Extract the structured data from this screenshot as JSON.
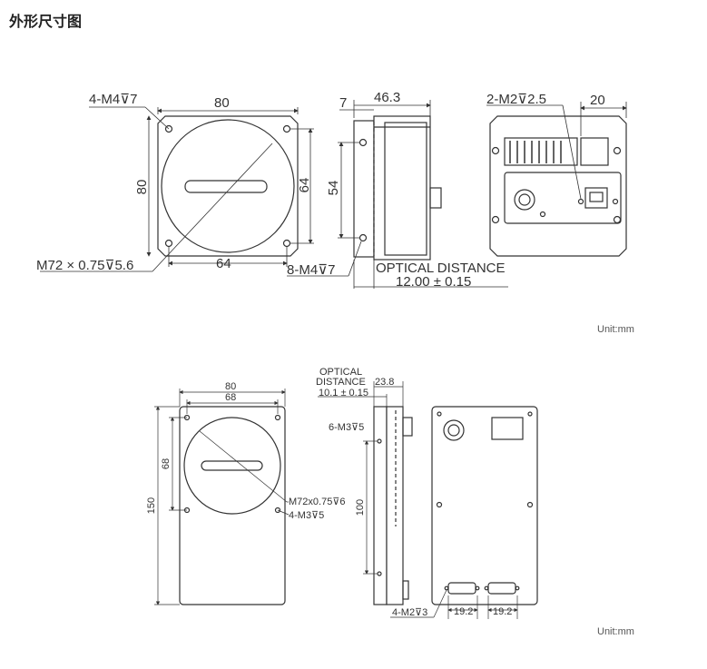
{
  "heading": "外形尺寸图",
  "top": {
    "front": {
      "width": "80",
      "height": "80",
      "hole_spacing_h": "64",
      "hole_spacing_v": "64",
      "holes": "4-M4⊽7",
      "mount": "M72 × 0.75⊽5.6"
    },
    "side": {
      "depth": "46.3",
      "flange": "7",
      "hole_spacing": "54",
      "holes": "8-M4⊽7",
      "optical_label": "OPTICAL DISTANCE",
      "optical_value": "12.00 ± 0.15"
    },
    "back": {
      "holes": "2-M2⊽2.5",
      "offset": "20"
    },
    "unit": "Unit:mm"
  },
  "bottom": {
    "front": {
      "width": "80",
      "width_inner": "68",
      "height": "150",
      "height_inner": "68",
      "mount": "M72x0.75⊽6",
      "holes": "4-M3⊽5"
    },
    "side": {
      "optical_label_1": "OPTICAL",
      "optical_label_2": "DISTANCE",
      "optical_value": "10.1 ± 0.15",
      "depth": "23.8",
      "holes_top": "6-M3⊽5",
      "hole_spacing": "100"
    },
    "back": {
      "holes": "4-M2⊽3",
      "spacing_left": "19.2",
      "spacing_right": "19.2"
    },
    "unit": "Unit:mm"
  }
}
